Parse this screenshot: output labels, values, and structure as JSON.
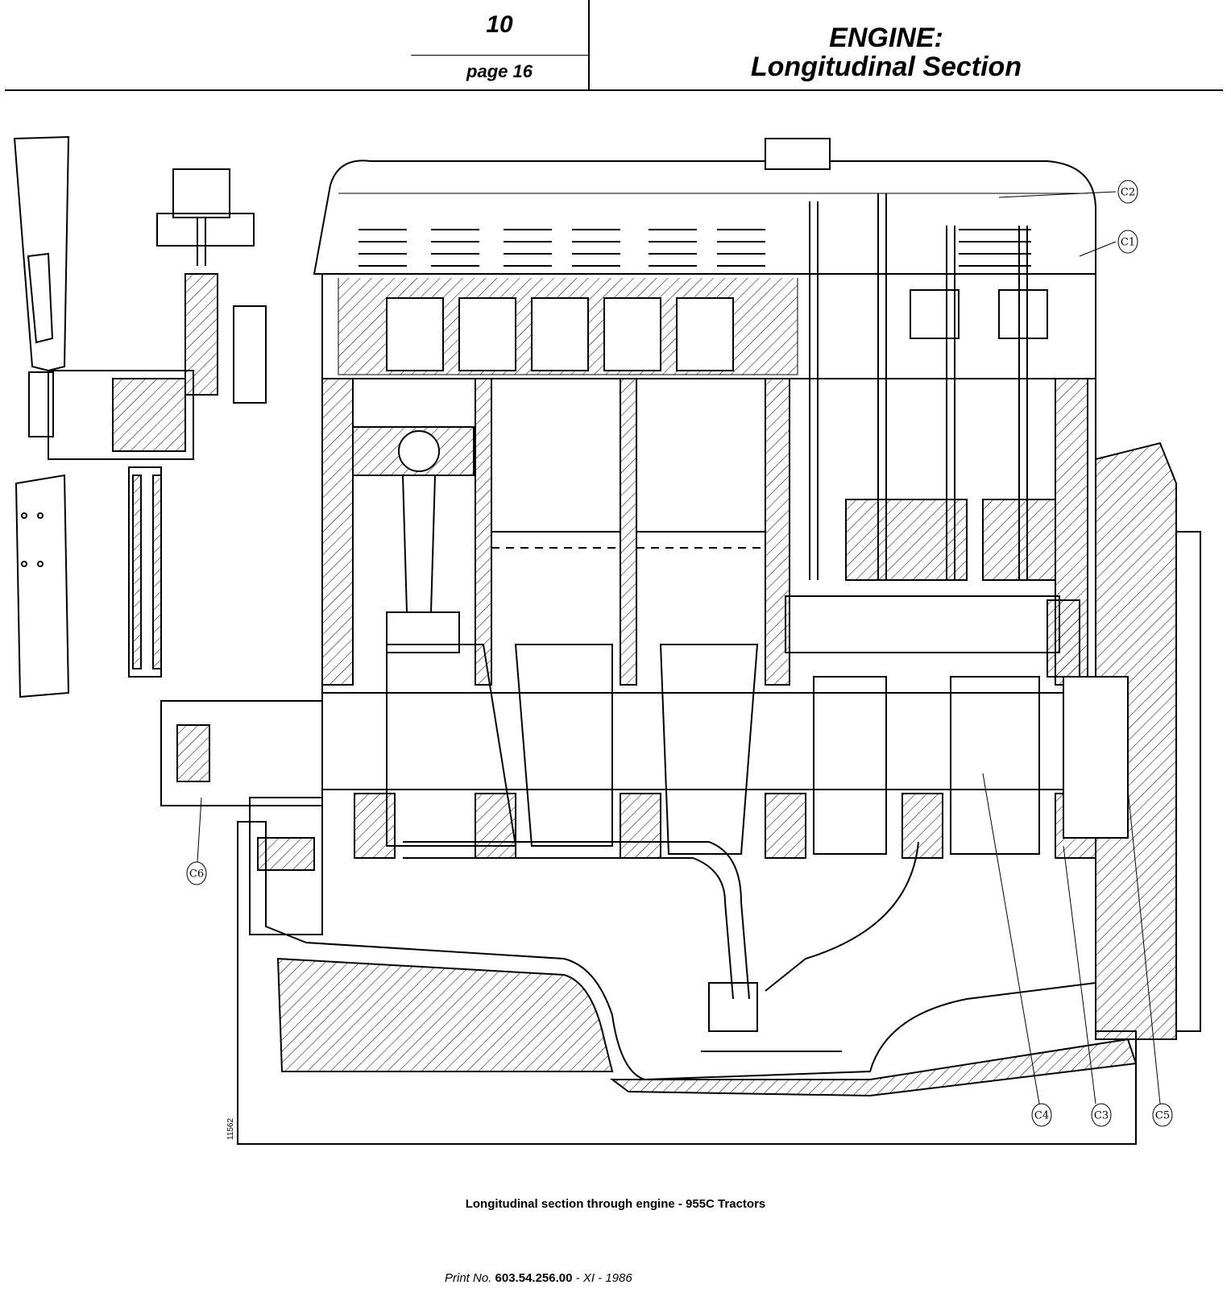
{
  "header": {
    "section_number": "10",
    "page_label": "page 16",
    "title_line1": "ENGINE:",
    "title_line2": "Longitudinal Section"
  },
  "figure": {
    "figure_number": "11562",
    "callouts": [
      "C2",
      "C1",
      "C6",
      "C4",
      "C3",
      "C5"
    ],
    "caption": "Longitudinal section through engine - 955C Tractors"
  },
  "footer": {
    "print_prefix": "Print No.",
    "print_number": "603.54.256.00",
    "print_date": "XI - 1986"
  }
}
